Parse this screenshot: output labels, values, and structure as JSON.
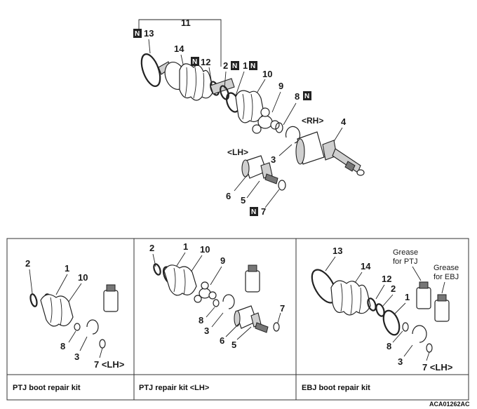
{
  "top": {
    "labels": {
      "n11": "11",
      "n13": "13",
      "n14": "14",
      "n12": "12",
      "n2": "2",
      "n1": "1",
      "n10": "10",
      "n9": "9",
      "n8": "8",
      "n4": "4",
      "n3": "3",
      "n6": "6",
      "n5": "5",
      "n7": "7"
    },
    "rh": "<RH>",
    "lh": "<LH>",
    "new_mark": "N"
  },
  "kits": [
    {
      "name": "PTJ boot repair kit",
      "labels": {
        "n2": "2",
        "n1": "1",
        "n10": "10",
        "n8": "8",
        "n3": "3",
        "n7lh": "7 <LH>"
      }
    },
    {
      "name": "PTJ repair kit <LH>",
      "labels": {
        "n2": "2",
        "n1": "1",
        "n10": "10",
        "n9": "9",
        "n8": "8",
        "n3": "3",
        "n6": "6",
        "n5": "5",
        "n7": "7"
      }
    },
    {
      "name": "EBJ boot repair kit",
      "labels": {
        "n13": "13",
        "n14": "14",
        "n12": "12",
        "n2": "2",
        "n1": "1",
        "n8": "8",
        "n3": "3",
        "n7lh": "7 <LH>"
      },
      "grease_ptj": [
        "Grease",
        "for PTJ"
      ],
      "grease_ebj": [
        "Grease",
        "for EBJ"
      ]
    }
  ],
  "figure_code": "ACA01262AC",
  "colors": {
    "line": "#222222",
    "part_fill": "#cfcfcf",
    "badge": "#222222"
  }
}
